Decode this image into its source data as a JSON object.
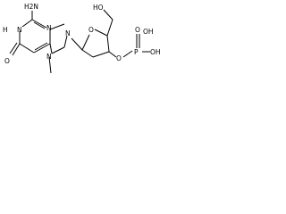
{
  "molecule": {
    "atoms": {
      "h2n": "H2N",
      "n1h": "N",
      "h_n1": "H",
      "n3": "N",
      "o6": "O",
      "n9": "N",
      "n7": "N",
      "ring_o": "O",
      "ho": "HO",
      "o_ester": "O",
      "p": "P",
      "o_dbl": "O",
      "oh_top": "OH",
      "oh_right": "OH"
    }
  }
}
